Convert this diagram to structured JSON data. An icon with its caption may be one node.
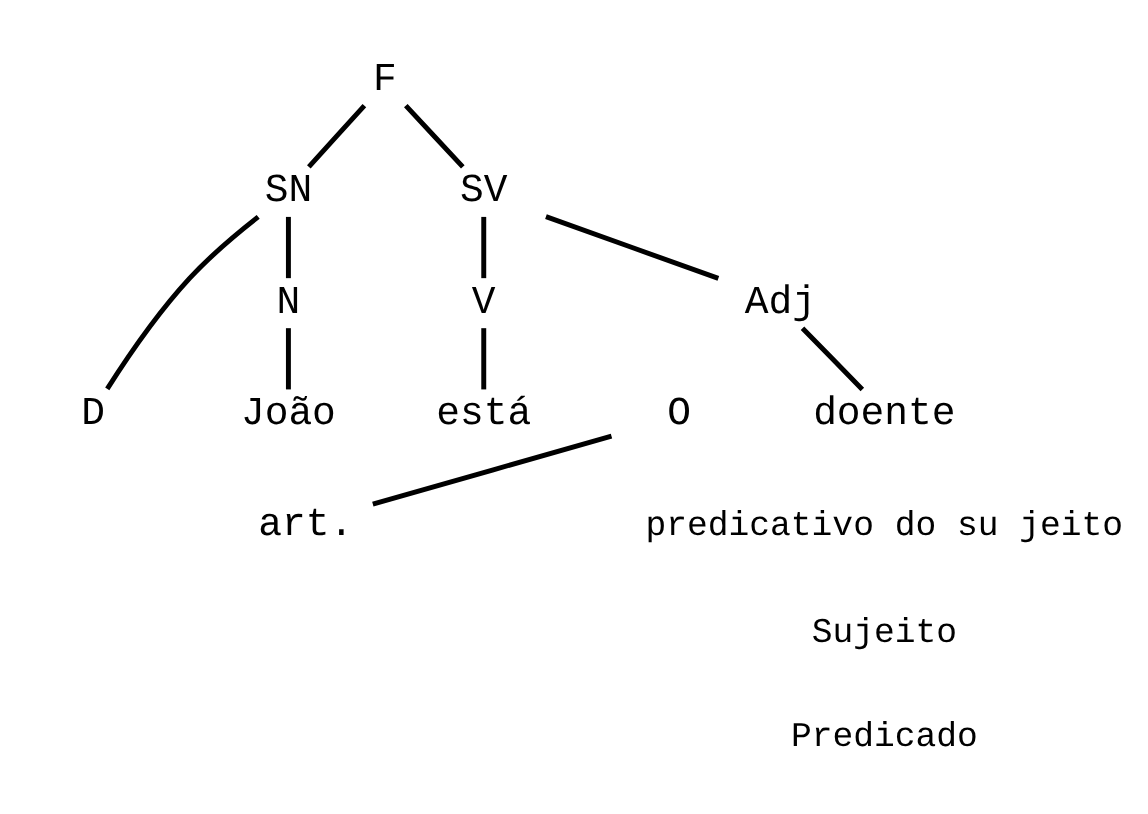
{
  "diagram": {
    "nodes": [
      {
        "text": [
          "F"
        ]
      },
      {
        "text": [
          "SN"
        ]
      },
      {
        "text": [
          "SV"
        ]
      },
      {
        "text": [
          "D"
        ]
      },
      {
        "text": [
          "N"
        ]
      },
      {
        "text": [
          "V"
        ]
      },
      {
        "text": [
          "Adj"
        ]
      },
      {
        "text": [
          "art."
        ]
      },
      {
        "text": [
          "O"
        ]
      },
      {
        "text": [
          "João"
        ]
      },
      {
        "text": [
          "está"
        ]
      },
      {
        "text": [
          "doente"
        ]
      }
    ],
    "edges": [
      {
        "from": 0,
        "to": 1,
        "arrow": "none"
      },
      {
        "from": 0,
        "to": 2,
        "arrow": "none"
      },
      {
        "from": 1,
        "to": 3,
        "arrow": "none"
      },
      {
        "from": 1,
        "to": 4,
        "arrow": "none"
      },
      {
        "from": 2,
        "to": 5,
        "arrow": "none"
      },
      {
        "from": 2,
        "to": 6,
        "arrow": "none"
      },
      {
        "from": 7,
        "to": 8,
        "arrow": "none"
      },
      {
        "from": 4,
        "to": 9,
        "arrow": "none"
      },
      {
        "from": 5,
        "to": 10,
        "arrow": "none"
      },
      {
        "from": 6,
        "to": 11,
        "arrow": "none"
      }
    ],
    "labels": [
      "predicativo do su jeito",
      "Sujeito",
      "Predicado"
    ]
  }
}
